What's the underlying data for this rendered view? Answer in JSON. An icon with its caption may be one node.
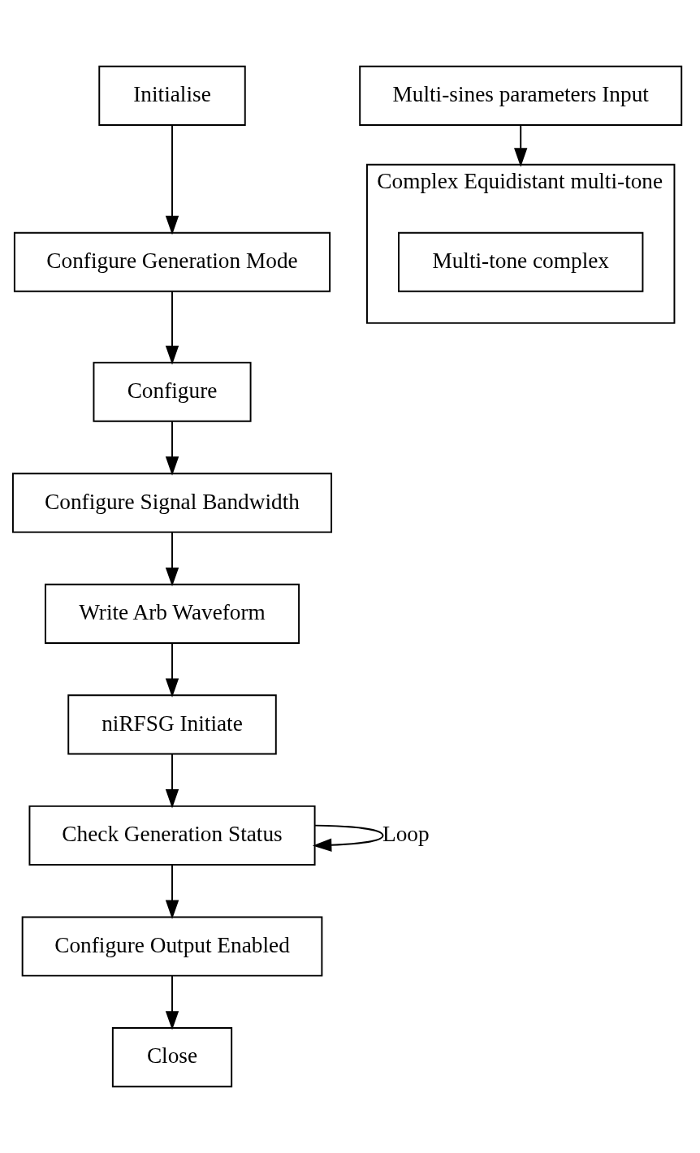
{
  "diagram": {
    "nodes": [
      {
        "text": [
          "Initialise"
        ]
      },
      {
        "text": [
          "Configure Generation Mode"
        ]
      },
      {
        "text": [
          "Configure"
        ]
      },
      {
        "text": [
          "Configure Signal Bandwidth"
        ]
      },
      {
        "text": [
          "Write Arb Waveform"
        ]
      },
      {
        "text": [
          "niRFSG Initiate"
        ]
      },
      {
        "text": [
          "Multi-sines parameters Input"
        ]
      },
      {
        "text": [
          "Complex Equidistant multi-tone"
        ]
      },
      {
        "text": [
          "Multi-tone complex"
        ],
        "in": 7
      },
      {
        "text": [
          "Check Generation Status"
        ]
      },
      {
        "text": [
          "Configure Output Enabled"
        ]
      },
      {
        "text": [
          "Close"
        ]
      }
    ],
    "edges": [
      {
        "from": 0,
        "to": 1,
        "arrow": "to"
      },
      {
        "from": 1,
        "to": 2,
        "arrow": "to"
      },
      {
        "from": 2,
        "to": 3,
        "arrow": "to"
      },
      {
        "from": 3,
        "to": 4,
        "arrow": "to"
      },
      {
        "from": 4,
        "to": 5,
        "arrow": "to"
      },
      {
        "from": 5,
        "to": 9,
        "arrow": "to"
      },
      {
        "from": 6,
        "to": 7,
        "arrow": "to"
      },
      {
        "from": 9,
        "to": 9,
        "arrow": "to",
        "label": "Loop"
      },
      {
        "from": 9,
        "to": 10,
        "arrow": "to"
      },
      {
        "from": 10,
        "to": 11,
        "arrow": "to"
      }
    ]
  }
}
